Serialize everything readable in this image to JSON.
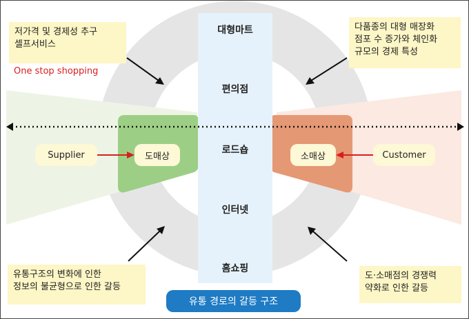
{
  "notes": {
    "top_left": [
      "저가격 및 경제성 추구",
      "셀프서비스"
    ],
    "top_left_red": "One stop shopping",
    "top_right": [
      "다품종의 대형 매장화",
      "점포 수 증가와 체인화",
      "규모의 경제 특성"
    ],
    "bottom_left": [
      "유통구조의 변화에 인한",
      "정보의 불균형으로 인한 갈등"
    ],
    "bottom_right": [
      "도·소매점의 경쟁력",
      "약화로 인한 갈등"
    ]
  },
  "nodes": {
    "supplier": "Supplier",
    "wholesaler": "도매상",
    "retailer": "소매상",
    "customer": "Customer"
  },
  "channels": [
    "대형마트",
    "편의점",
    "로드숍",
    "인터넷",
    "홈쇼핑"
  ],
  "title": "유통 경로의 갈등 구조",
  "colors": {
    "note_bg": "#fdf6c6",
    "ring": "#e5e5e6",
    "center_column": "#e6f2fb",
    "wholesaler_shape": "#9ccf85",
    "retailer_shape": "#e59874",
    "title_bg": "#1e7bc4"
  }
}
